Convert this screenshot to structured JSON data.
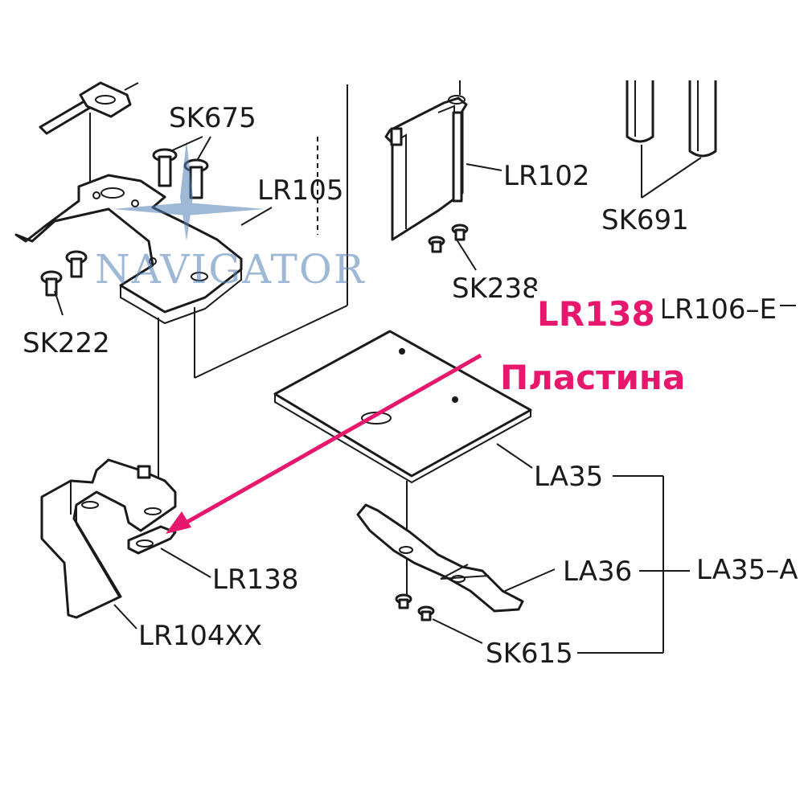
{
  "labels": {
    "sk675": "SK675",
    "lr105": "LR105",
    "lr102": "LR102",
    "sk691": "SK691",
    "sk238": "SK238",
    "sk222": "SK222",
    "lr106e": "LR106–E",
    "la35": "LA35",
    "la36": "LA36",
    "la35a": "LA35–A",
    "sk615": "SK615",
    "lr138": "LR138",
    "lr104xx": "LR104XX"
  },
  "highlight": {
    "part": "LR138",
    "name": "Пластина",
    "color": "#e8176e"
  },
  "watermark": {
    "text": "NAVIGATOR",
    "color": "#4f7fb4"
  }
}
